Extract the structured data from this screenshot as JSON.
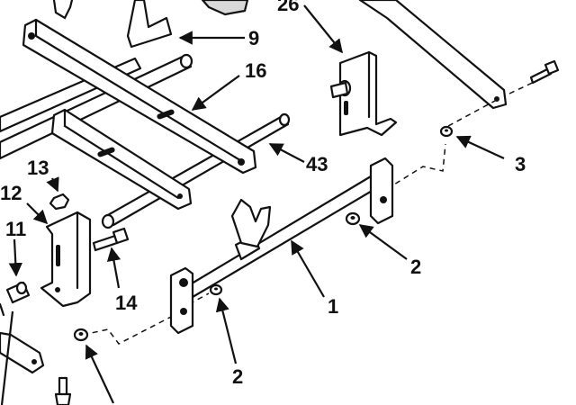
{
  "callouts": {
    "c9": "9",
    "c26": "26",
    "c16": "16",
    "c43": "43",
    "c3": "3",
    "c13": "13",
    "c12": "12",
    "c11": "11",
    "c14": "14",
    "c2a": "2",
    "c1": "1",
    "c2b": "2"
  },
  "colors": {
    "ink": "#111111",
    "paper": "#ffffff",
    "shade": "#d9d9d9"
  }
}
